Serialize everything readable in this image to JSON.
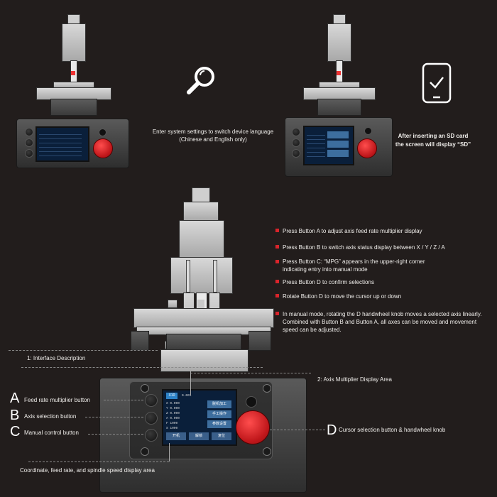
{
  "top": {
    "language_note": "Enter system settings to switch device language\n(Chinese and English only)",
    "sd_note_line1": "After inserting an SD card",
    "sd_note_line2": "the screen will display “SD”"
  },
  "instructions": [
    "Press Button A to adjust axis feed rate multiplier display",
    "Press Button B to switch axis status display between X / Y / Z / A",
    "Press Button C: “MPG” appears in the upper-right corner indicating entry into manual mode",
    "Press Button D to confirm selections",
    "Rotate Button D to move the cursor up or down",
    "In manual mode, rotating the D handwheel knob moves a selected axis linearly. Combined with Button B and Button A, all axes can be moved and movement speed can be adjusted."
  ],
  "labels": {
    "interface_description": "1: Interface Description",
    "axis_multiplier_area": "2: Axis Multiplier Display Area",
    "letter_a": "A",
    "letter_b": "B",
    "letter_c": "C",
    "letter_d": "D",
    "button_a": "Feed rate multiplier button",
    "button_b": "Axis selection button",
    "button_c": "Manual control button",
    "button_d": "Cursor selection button & handwheel knob",
    "display_area": "Coordinate, feed rate, and spindle speed display area"
  },
  "screen": {
    "top_left": "X10",
    "top_right_value": "0.001",
    "menu_1": "脱机加工",
    "menu_2": "手工操作",
    "menu_3": "参数设置",
    "bottom_1": "开机",
    "bottom_2": "解锁",
    "bottom_3": "复位",
    "rows": [
      "X 0.000",
      "Y 0.000",
      "Z 0.000",
      "A 0.000",
      "F 1000",
      "S 1000"
    ]
  },
  "colors": {
    "background": "#221d1c",
    "bullet": "#d9242b",
    "knob": "#c0171b",
    "lcd": "#0a1f3a"
  },
  "icons": [
    "magnifier-icon",
    "tablet-check-icon"
  ]
}
